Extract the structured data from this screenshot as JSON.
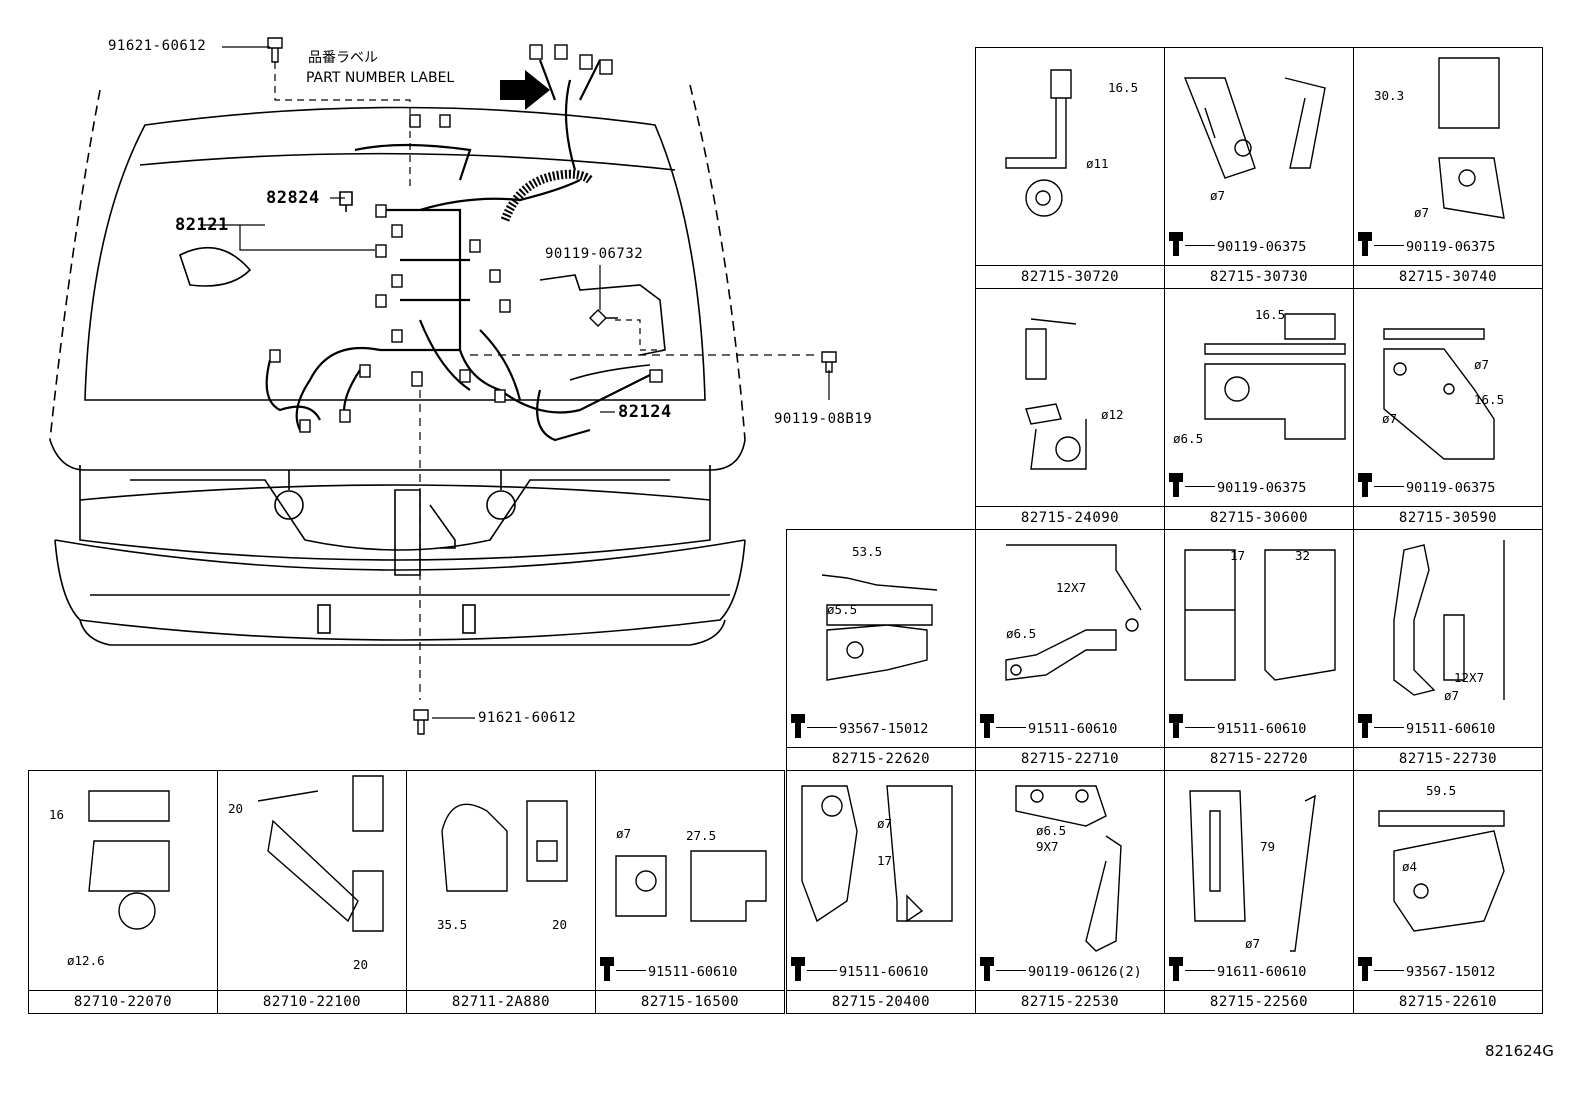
{
  "main_diagram": {
    "label_bolt_top": "91621-60612",
    "label_jp": "品番ラベル",
    "label_en": "PART NUMBER LABEL",
    "label_82824": "82824",
    "label_82121": "82121",
    "label_90119_06732": "90119-06732",
    "label_82124": "82124",
    "label_90119_08B19": "90119-08B19",
    "label_bolt_bottom": "91621-60612"
  },
  "parts": [
    {
      "part": "82715-30720",
      "bolt": "",
      "dims": [
        "16.5",
        "ø11"
      ]
    },
    {
      "part": "82715-30730",
      "bolt": "90119-06375",
      "dims": [
        "ø7"
      ]
    },
    {
      "part": "82715-30740",
      "bolt": "90119-06375",
      "dims": [
        "30.3",
        "ø7"
      ]
    },
    {
      "part": "82715-24090",
      "bolt": "",
      "dims": [
        "ø12"
      ]
    },
    {
      "part": "82715-30600",
      "bolt": "90119-06375",
      "dims": [
        "16.5",
        "ø6.5"
      ]
    },
    {
      "part": "82715-30590",
      "bolt": "90119-06375",
      "dims": [
        "ø7",
        "ø7",
        "16.5"
      ]
    },
    {
      "part": "82715-22620",
      "bolt": "93567-15012",
      "dims": [
        "53.5",
        "ø5.5"
      ]
    },
    {
      "part": "82715-22710",
      "bolt": "91511-60610",
      "dims": [
        "12X7",
        "ø6.5"
      ]
    },
    {
      "part": "82715-22720",
      "bolt": "91511-60610",
      "dims": [
        "17",
        "32"
      ]
    },
    {
      "part": "82715-22730",
      "bolt": "91511-60610",
      "dims": [
        "12X7",
        "ø7"
      ]
    },
    {
      "part": "82710-22070",
      "bolt": "",
      "dims": [
        "16",
        "ø12.6"
      ]
    },
    {
      "part": "82710-22100",
      "bolt": "",
      "dims": [
        "20",
        "20"
      ]
    },
    {
      "part": "82711-2A880",
      "bolt": "",
      "dims": [
        "35.5",
        "20"
      ]
    },
    {
      "part": "82715-16500",
      "bolt": "91511-60610",
      "dims": [
        "ø7",
        "27.5"
      ]
    },
    {
      "part": "82715-20400",
      "bolt": "91511-60610",
      "dims": [
        "ø7",
        "17"
      ]
    },
    {
      "part": "82715-22530",
      "bolt": "90119-06126(2)",
      "dims": [
        "ø6.5",
        "9X7"
      ]
    },
    {
      "part": "82715-22560",
      "bolt": "91611-60610",
      "dims": [
        "79",
        "ø7"
      ]
    },
    {
      "part": "82715-22610",
      "bolt": "93567-15012",
      "dims": [
        "59.5",
        "ø4"
      ]
    }
  ],
  "figure_code": "821624G"
}
